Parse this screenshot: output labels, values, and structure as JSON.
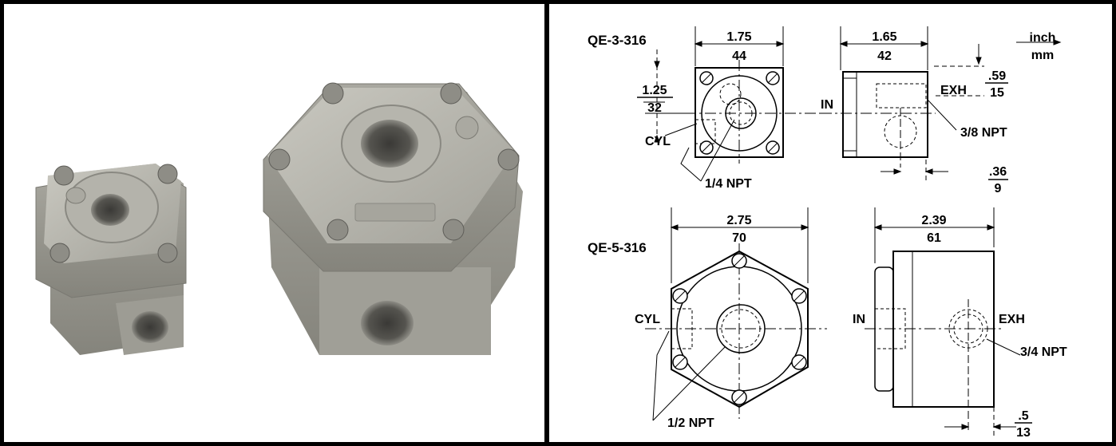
{
  "units": {
    "top": "inch",
    "bottom": "mm"
  },
  "qe3": {
    "model": "QE-3-316",
    "width_in": "1.75",
    "width_mm": "44",
    "height_in": "1.25",
    "height_mm": "32",
    "side_width_in": "1.65",
    "side_width_mm": "42",
    "exh_offset_in": ".59",
    "exh_offset_mm": "15",
    "bottom_offset_in": ".36",
    "bottom_offset_mm": "9",
    "cyl_label": "CYL",
    "in_label": "IN",
    "exh_label": "EXH",
    "cyl_port": "1/4 NPT",
    "exh_port": "3/8 NPT"
  },
  "qe5": {
    "model": "QE-5-316",
    "width_in": "2.75",
    "width_mm": "70",
    "side_width_in": "2.39",
    "side_width_mm": "61",
    "bottom_offset_in": ".5",
    "bottom_offset_mm": "13",
    "cyl_label": "CYL",
    "in_label": "IN",
    "exh_label": "EXH",
    "cyl_port": "1/2 NPT",
    "exh_port": "3/4 NPT"
  },
  "colors": {
    "metal_light": "#b9b8b0",
    "metal_mid": "#9c9b93",
    "metal_dark": "#6f6e68",
    "ink": "#000000"
  }
}
